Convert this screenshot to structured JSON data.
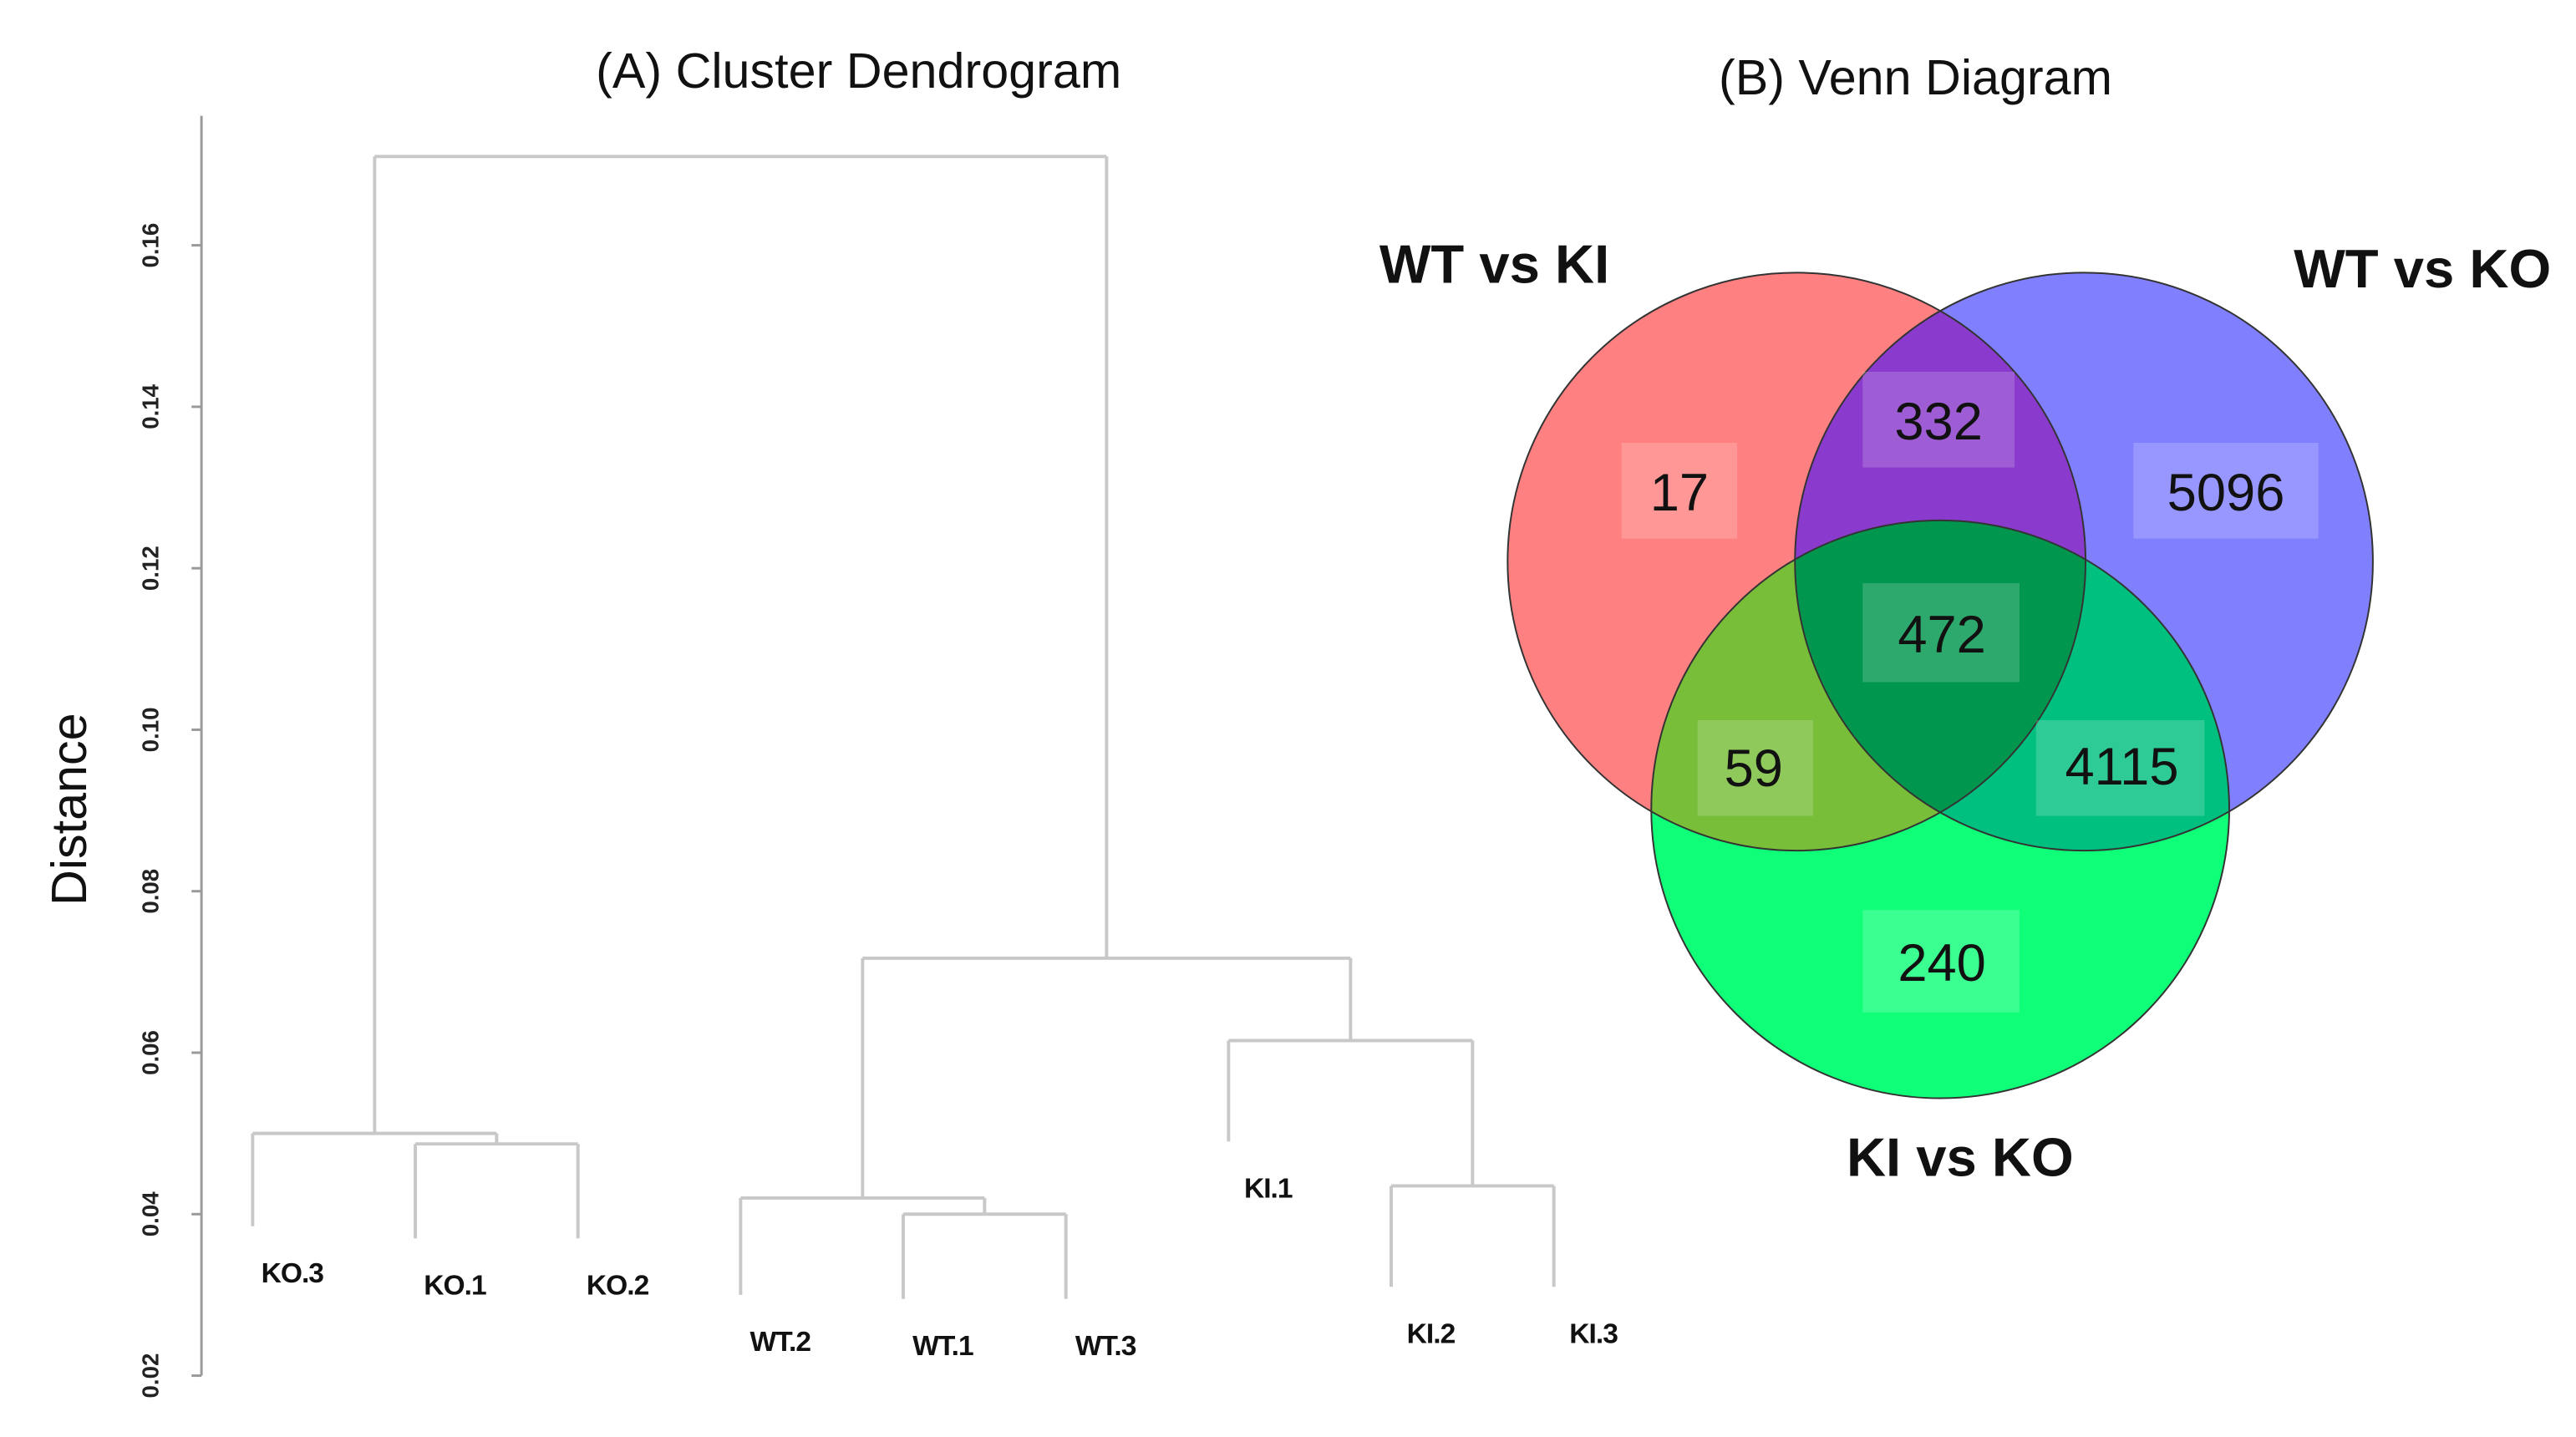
{
  "chart_data": [
    {
      "type": "dendrogram",
      "title": "(A)  Cluster Dendrogram",
      "ylabel": "Distance",
      "ylim": [
        0.02,
        0.175
      ],
      "yticks": [
        "0.02",
        "0.04",
        "0.06",
        "0.08",
        "0.10",
        "0.12",
        "0.14",
        "0.16"
      ],
      "line_color": "#c8c8c8",
      "leaf_order": [
        "KO.3",
        "KO.1",
        "KO.2",
        "WT.2",
        "WT.1",
        "WT.3",
        "KI.1",
        "KI.2",
        "KI.3"
      ],
      "leaf_ends": {
        "KO.3": 0.0385,
        "KO.1": 0.037,
        "KO.2": 0.037,
        "WT.2": 0.03,
        "WT.1": 0.0295,
        "WT.3": 0.0295,
        "KI.1": 0.049,
        "KI.2": 0.031,
        "KI.3": 0.031
      },
      "tree": {
        "h": 0.171,
        "children": [
          {
            "h": 0.05,
            "children": [
              "KO.3",
              {
                "h": 0.0487,
                "children": [
                  "KO.1",
                  "KO.2"
                ]
              }
            ]
          },
          {
            "h": 0.0717,
            "children": [
              {
                "h": 0.042,
                "children": [
                  "WT.2",
                  {
                    "h": 0.04,
                    "children": [
                      "WT.1",
                      "WT.3"
                    ]
                  }
                ]
              },
              {
                "h": 0.0615,
                "children": [
                  "KI.1",
                  {
                    "h": 0.0435,
                    "children": [
                      "KI.2",
                      "KI.3"
                    ]
                  }
                ]
              }
            ]
          }
        ]
      }
    },
    {
      "type": "venn",
      "title": "(B)  Venn Diagram",
      "sets": [
        {
          "name": "WT vs KI",
          "color": "#ff8080"
        },
        {
          "name": "WT vs KO",
          "color": "#8080ff"
        },
        {
          "name": "KI vs KO",
          "color": "#10ff78"
        }
      ],
      "regions": {
        "only_WTvsKI": 17,
        "only_WTvsKO": 5096,
        "only_KIvsKO": 240,
        "WTvsKI_WTvsKO": 332,
        "WTvsKI_KIvsKO": 59,
        "WTvsKO_KIvsKO": 4115,
        "all_three": 472
      },
      "overlap_colors": {
        "red_blue": "#8a3acc",
        "red_green": "#78be38",
        "blue_green": "#00c080",
        "all": "#00964e"
      }
    }
  ]
}
